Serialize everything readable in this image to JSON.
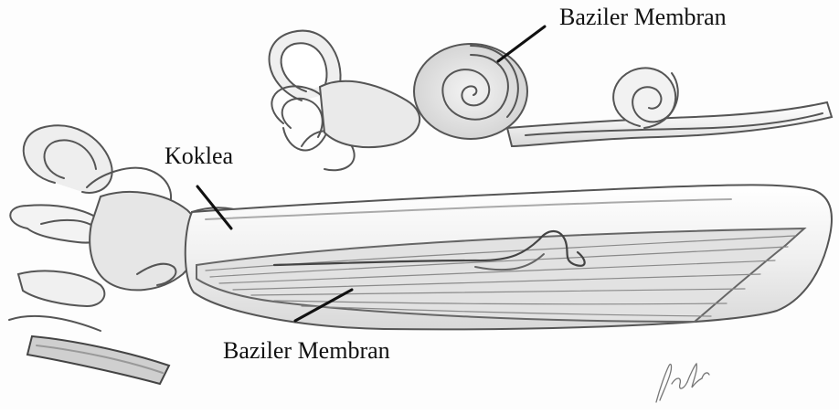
{
  "labels": {
    "top_membrane": "Baziler Membran",
    "cochlea": "Koklea",
    "bottom_membrane": "Baziler Membran"
  },
  "colors": {
    "ink": "#111111",
    "pencil": "#555555",
    "shade": "#b8b8b8",
    "fill": "#ececec"
  }
}
